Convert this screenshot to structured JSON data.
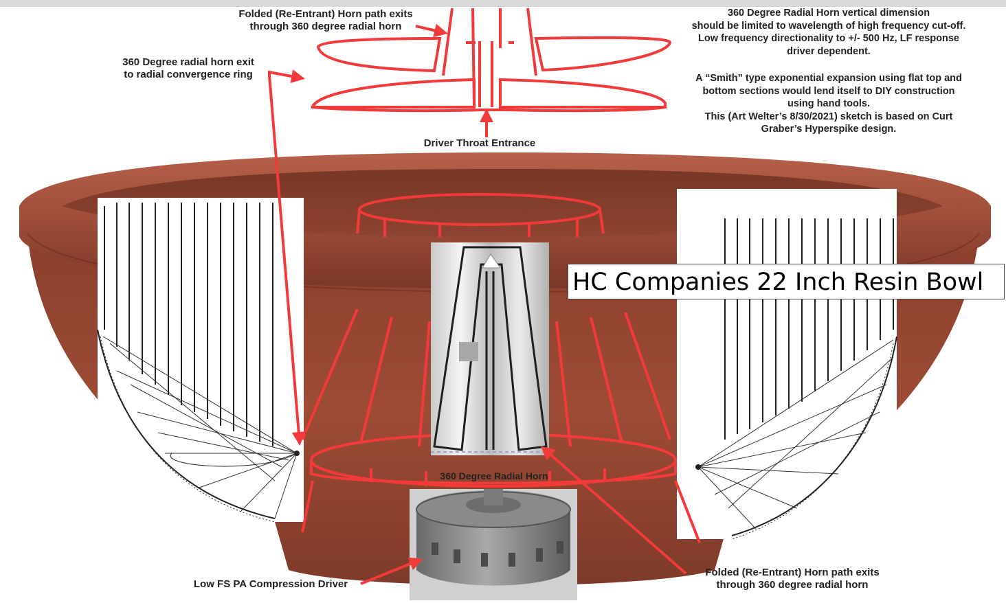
{
  "labels": {
    "top_folded_path": "Folded (Re-Entrant) Horn path exits\nthrough 360 degree radial horn",
    "radial_exit": "360 Degree radial horn exit\nto radial convergence ring",
    "driver_throat": "Driver Throat Entrance",
    "radial_horn_center": "360 Degree Radial Horn",
    "compression_driver": "Low FS PA Compression Driver",
    "bottom_folded_path": "Folded (Re-Entrant) Horn path exits\nthrough 360 degree radial horn",
    "bowl_title": "HC Companies 22 Inch Resin Bowl"
  },
  "notes": {
    "vertical_dimension": "360 Degree Radial Horn vertical dimension\nshould be limited to wavelength of high frequency cut-off.\nLow frequency directionality to +/- 500 Hz, LF response\ndriver dependent.",
    "smith_expansion": "A “Smith” type exponential expansion using flat top and\nbottom sections would lend itself to DIY construction\nusing hand tools.\nThis (Art Welter’s 8/30/2021) sketch is based on Curt\nGraber’s Hyperspike design."
  },
  "colors": {
    "annotation_red": "#f23a3a",
    "bowl_brown": "#9a4a34",
    "bowl_rim": "#a85440",
    "driver_grey": "#8d8d8d"
  }
}
